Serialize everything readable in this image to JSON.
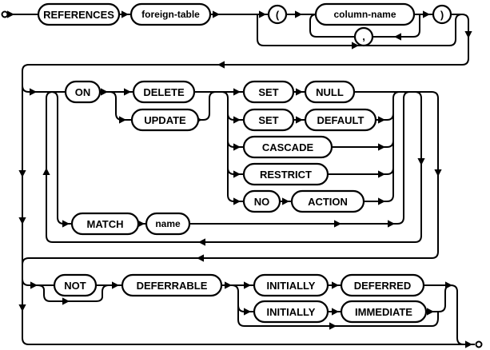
{
  "diagram": {
    "kind": "railroad-syntax-diagram",
    "colors": {
      "line": "#000000",
      "node_fill": "#ffffff",
      "text": "#000000",
      "background": "#ffffff"
    },
    "nodes": {
      "references": {
        "label": "REFERENCES",
        "kind": "keyword"
      },
      "foreign_table": {
        "label": "foreign-table",
        "kind": "nonterminal"
      },
      "lparen": {
        "label": "(",
        "kind": "terminal"
      },
      "column_name": {
        "label": "column-name",
        "kind": "nonterminal"
      },
      "comma": {
        "label": ",",
        "kind": "terminal"
      },
      "rparen": {
        "label": ")",
        "kind": "terminal"
      },
      "on": {
        "label": "ON",
        "kind": "keyword"
      },
      "delete": {
        "label": "DELETE",
        "kind": "keyword"
      },
      "update": {
        "label": "UPDATE",
        "kind": "keyword"
      },
      "set": {
        "label": "SET",
        "kind": "keyword"
      },
      "null": {
        "label": "NULL",
        "kind": "keyword"
      },
      "default": {
        "label": "DEFAULT",
        "kind": "keyword"
      },
      "cascade": {
        "label": "CASCADE",
        "kind": "keyword"
      },
      "restrict": {
        "label": "RESTRICT",
        "kind": "keyword"
      },
      "no": {
        "label": "NO",
        "kind": "keyword"
      },
      "action": {
        "label": "ACTION",
        "kind": "keyword"
      },
      "match": {
        "label": "MATCH",
        "kind": "keyword"
      },
      "name": {
        "label": "name",
        "kind": "nonterminal"
      },
      "not": {
        "label": "NOT",
        "kind": "keyword"
      },
      "deferrable": {
        "label": "DEFERRABLE",
        "kind": "keyword"
      },
      "initially": {
        "label": "INITIALLY",
        "kind": "keyword"
      },
      "deferred": {
        "label": "DEFERRED",
        "kind": "keyword"
      },
      "immediate": {
        "label": "IMMEDIATE",
        "kind": "keyword"
      }
    }
  }
}
